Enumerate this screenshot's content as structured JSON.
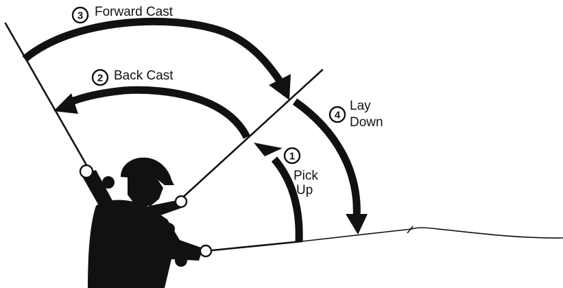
{
  "steps": [
    {
      "number": "1",
      "label_lines": [
        "Pick",
        "Up"
      ]
    },
    {
      "number": "2",
      "label_lines": [
        "Back Cast"
      ]
    },
    {
      "number": "3",
      "label_lines": [
        "Forward Cast"
      ]
    },
    {
      "number": "4",
      "label_lines": [
        "Lay",
        "Down"
      ]
    }
  ],
  "colors": {
    "ink": "#111111",
    "background": "#ffffff"
  }
}
